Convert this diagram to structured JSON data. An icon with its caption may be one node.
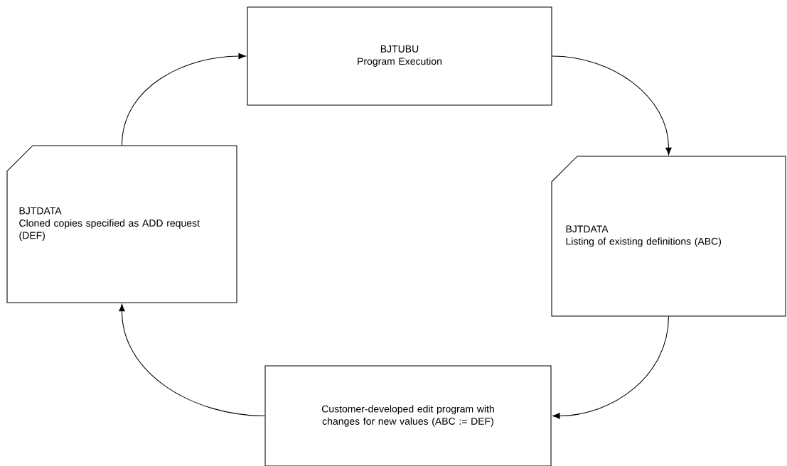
{
  "diagram": {
    "nodes": [
      {
        "text": [
          "BJTUBU",
          "Program Execution"
        ]
      },
      {
        "text": [
          "BJTDATA",
          "Listing of existing definitions (ABC)"
        ]
      },
      {
        "text": [
          "Customer-developed edit program with changes for new values (ABC := DEF)"
        ]
      },
      {
        "text": [
          "BJTDATA",
          "Cloned copies specified as ADD request (DEF)"
        ]
      }
    ],
    "edges": [
      {
        "from": 0,
        "to": 1,
        "arrow": "to"
      },
      {
        "from": 1,
        "to": 2,
        "arrow": "to"
      },
      {
        "from": 2,
        "to": 3,
        "arrow": "to"
      },
      {
        "from": 3,
        "to": 0,
        "arrow": "to"
      }
    ]
  }
}
